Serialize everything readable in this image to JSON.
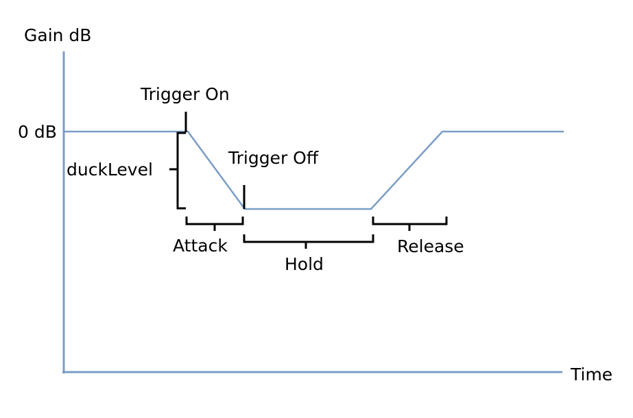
{
  "axes": {
    "y_label": "Gain dB",
    "x_label": "Time",
    "zero_db_label": "0 dB",
    "color": "#7a9cc6"
  },
  "markers": {
    "trigger_on": "Trigger On",
    "trigger_off": "Trigger Off"
  },
  "spans": {
    "duck_level": "duckLevel",
    "attack": "Attack",
    "hold": "Hold",
    "release": "Release"
  },
  "colors": {
    "curve": "#7a9cc6",
    "annotation": "#000000"
  }
}
